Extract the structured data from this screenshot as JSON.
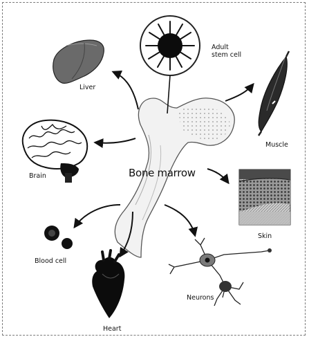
{
  "center_label": "Bone marrow",
  "stem_cell_label_line1": "Adult",
  "stem_cell_label_line2": "stem cell",
  "targets": {
    "liver": "Liver",
    "brain": "Brain",
    "muscle": "Muscle",
    "skin": "Skin",
    "blood": "Blood cell",
    "heart": "Heart",
    "neurons": "Neurons"
  }
}
